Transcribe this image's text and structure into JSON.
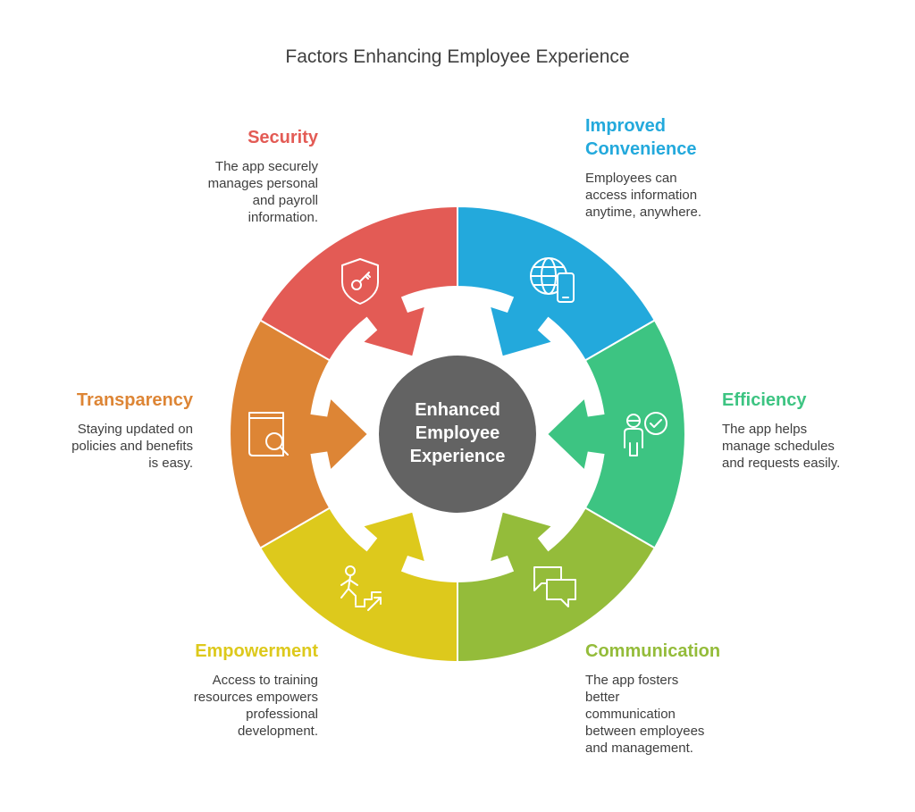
{
  "title": "Factors Enhancing Employee Experience",
  "center": {
    "lines": [
      "Enhanced",
      "Employee",
      "Experience"
    ],
    "color": "#636363"
  },
  "segments": [
    {
      "key": "security",
      "title": "Security",
      "title_lines": [
        "Security"
      ],
      "description_lines": [
        "The app securely",
        "manages personal",
        "and payroll",
        "information."
      ],
      "color": "#E35B55",
      "icon": "shield-key-icon"
    },
    {
      "key": "convenience",
      "title": "Improved Convenience",
      "title_lines": [
        "Improved",
        "Convenience"
      ],
      "description_lines": [
        "Employees can",
        "access information",
        "anytime, anywhere."
      ],
      "color": "#23A9DC",
      "icon": "globe-phone-icon"
    },
    {
      "key": "efficiency",
      "title": "Efficiency",
      "title_lines": [
        "Efficiency"
      ],
      "description_lines": [
        "The app helps",
        "manage schedules",
        "and requests easily."
      ],
      "color": "#3DC482",
      "icon": "person-check-icon"
    },
    {
      "key": "communication",
      "title": "Communication",
      "title_lines": [
        "Communication"
      ],
      "description_lines": [
        "The app fosters",
        "better",
        "communication",
        "between employees",
        "and management."
      ],
      "color": "#94BC3A",
      "icon": "chat-bubbles-icon"
    },
    {
      "key": "empowerment",
      "title": "Empowerment",
      "title_lines": [
        "Empowerment"
      ],
      "description_lines": [
        "Access to training",
        "resources empowers",
        "professional",
        "development."
      ],
      "color": "#DDC91C",
      "icon": "climbing-stairs-icon"
    },
    {
      "key": "transparency",
      "title": "Transparency",
      "title_lines": [
        "Transparency"
      ],
      "description_lines": [
        "Staying updated on",
        "policies and benefits",
        "is easy."
      ],
      "color": "#DD8535",
      "icon": "book-search-icon"
    }
  ]
}
